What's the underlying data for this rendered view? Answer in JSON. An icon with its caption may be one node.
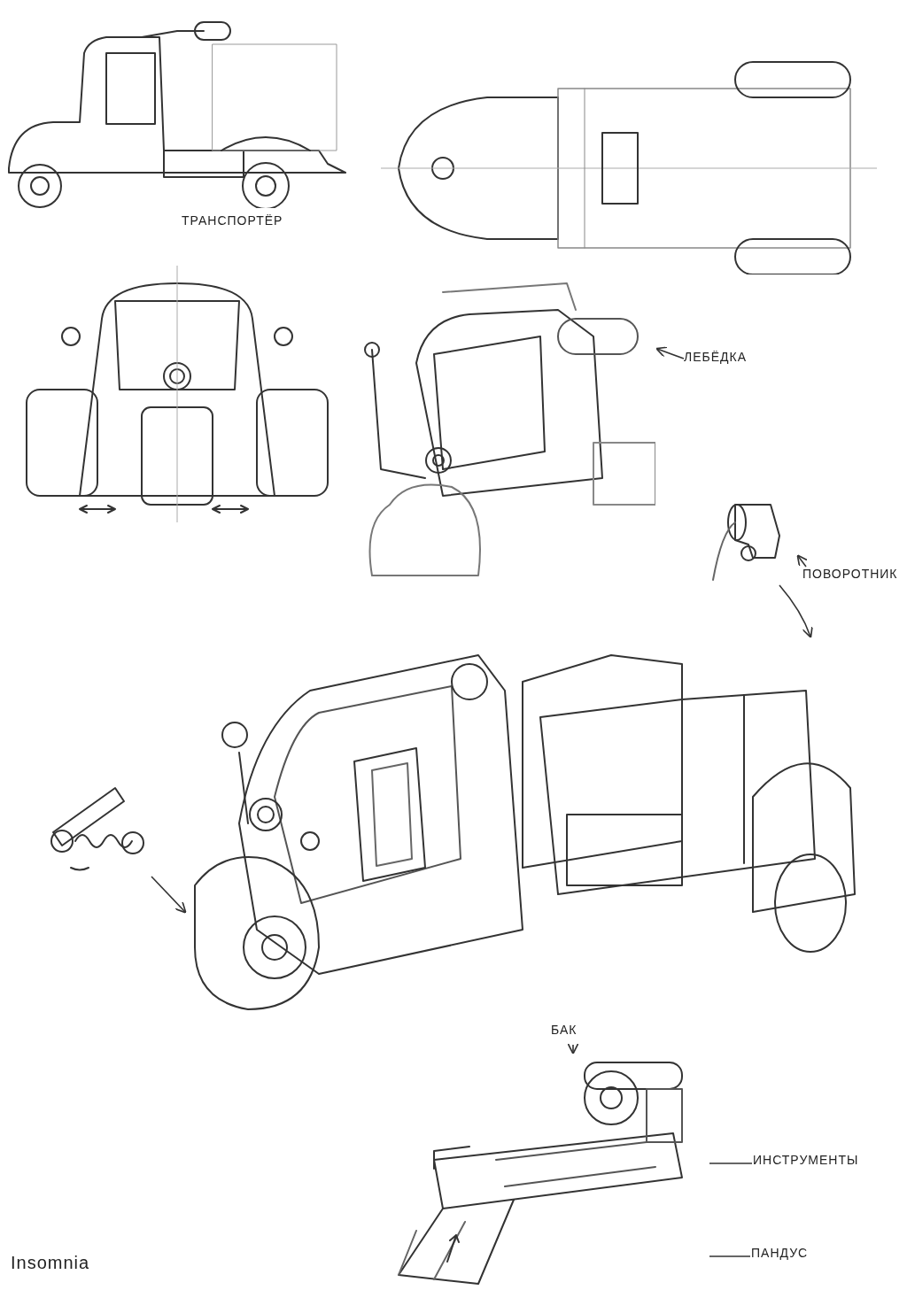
{
  "diagram": {
    "nodes": [
      {
        "text": [],
        "shape": "picture",
        "beside": [
          "ТРАНСПОРТЁР"
        ]
      },
      {
        "text": [],
        "shape": "picture"
      },
      {
        "text": [],
        "shape": "picture"
      },
      {
        "text": [],
        "shape": "picture"
      },
      {
        "text": [
          "ЛЕБЁДКА"
        ]
      },
      {
        "text": [],
        "shape": "picture"
      },
      {
        "text": [
          "ПОВОРОТНИК"
        ]
      },
      {
        "text": [],
        "shape": "picture"
      },
      {
        "text": [],
        "shape": "picture"
      },
      {
        "text": [
          "БАК"
        ]
      },
      {
        "text": [],
        "shape": "picture"
      },
      {
        "text": [
          "ИНСТРУМЕНТЫ"
        ]
      },
      {
        "text": [
          "ПАНДУС"
        ]
      }
    ],
    "edges": [
      {
        "from": 4,
        "to": 3,
        "arrow": "to"
      },
      {
        "from": 6,
        "to": 5,
        "arrow": "to"
      },
      {
        "from": 5,
        "to": 7,
        "arrow": "to"
      },
      {
        "from": 8,
        "to": 7,
        "arrow": "to"
      },
      {
        "from": 9,
        "to": 10,
        "arrow": "to"
      },
      {
        "from": 11,
        "to": 10,
        "arrow": "none"
      },
      {
        "from": 12,
        "to": 10,
        "arrow": "none"
      }
    ],
    "labels": [
      "Insomnia"
    ]
  }
}
